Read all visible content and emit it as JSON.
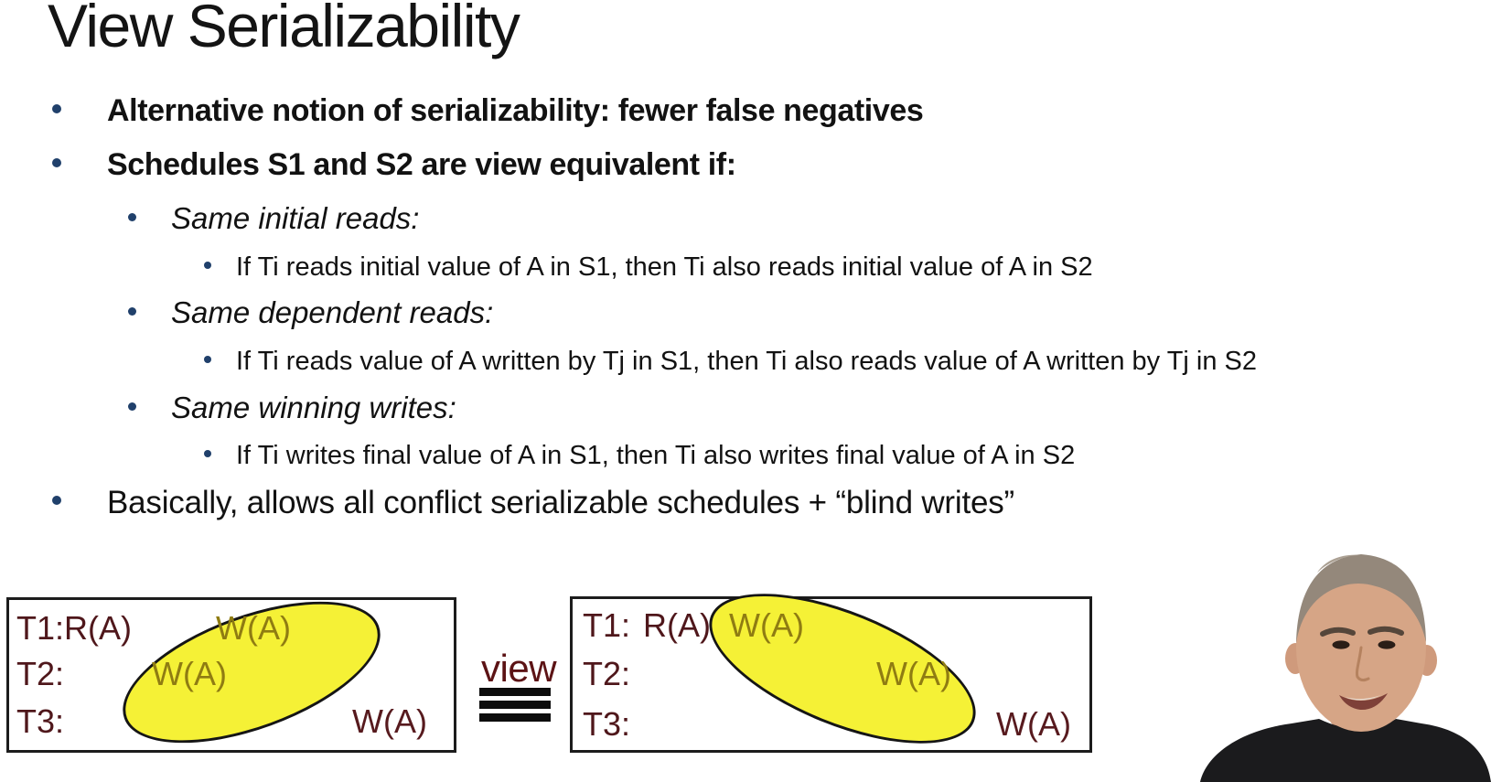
{
  "slide": {
    "title": "View Serializability",
    "bullets": [
      {
        "level": 1,
        "style": "bold",
        "text": "Alternative notion of serializability: fewer false negatives"
      },
      {
        "level": 1,
        "style": "bold",
        "text": "Schedules S1 and S2 are view equivalent if:"
      },
      {
        "level": 2,
        "style": "italic",
        "text": "Same initial reads:"
      },
      {
        "level": 3,
        "style": "regular",
        "text": "If Ti reads initial value of A in S1, then Ti also reads initial value of A in S2"
      },
      {
        "level": 2,
        "style": "italic",
        "text": "Same dependent reads:"
      },
      {
        "level": 3,
        "style": "regular",
        "text": "If Ti reads value of A written by Tj in S1, then Ti also reads value of A written by Tj in S2"
      },
      {
        "level": 2,
        "style": "italic",
        "text": "Same winning writes:"
      },
      {
        "level": 3,
        "style": "regular",
        "text": "If Ti writes final value of A in S1, then Ti also writes final value of A in S2"
      },
      {
        "level": 1,
        "style": "regular",
        "text": "Basically, allows all conflict serializable schedules + “blind writes”"
      }
    ]
  },
  "diagram": {
    "equivalence": {
      "label": "view",
      "bar_count": 3
    },
    "left_schedule": {
      "t1_label": "T1:",
      "t1_read": "R(A)",
      "t1_write": "W(A)",
      "t2_label": "T2:",
      "t2_write": "W(A)",
      "t3_label": "T3:",
      "t3_write": "W(A)"
    },
    "right_schedule": {
      "t1_label": "T1:",
      "t1_read": "R(A)",
      "t1_write": "W(A)",
      "t2_label": "T2:",
      "t2_write": "W(A)",
      "t3_label": "T3:",
      "t3_write": "W(A)"
    }
  },
  "icons": {
    "webcam": "presenter-headshot"
  },
  "colors": {
    "schedule_text": "#4f171b",
    "highlight_ellipse_fill": "#f5f136",
    "highlighted_write_text": "#8f7c12",
    "view_label": "#5c1315",
    "bullet_dot": "#20406b",
    "body_text": "#121212"
  }
}
